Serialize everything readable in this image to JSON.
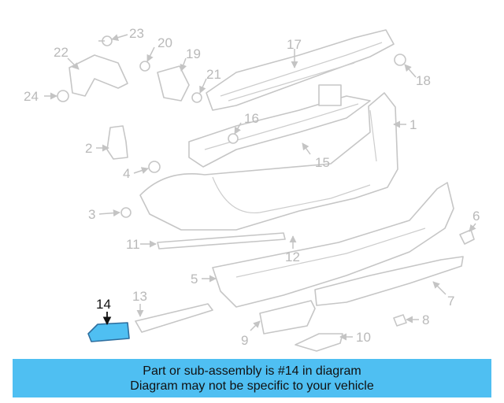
{
  "diagram": {
    "callouts": [
      "1",
      "2",
      "3",
      "4",
      "5",
      "6",
      "7",
      "8",
      "9",
      "10",
      "11",
      "12",
      "13",
      "14",
      "15",
      "16",
      "17",
      "18",
      "19",
      "20",
      "21",
      "22",
      "23",
      "24"
    ],
    "highlighted_part": "14",
    "highlight_color": "#4fbff2"
  },
  "banner": {
    "line1": "Part or sub-assembly is #14 in diagram",
    "line2": "Diagram may not be specific to your vehicle",
    "background": "#4fbff2"
  }
}
